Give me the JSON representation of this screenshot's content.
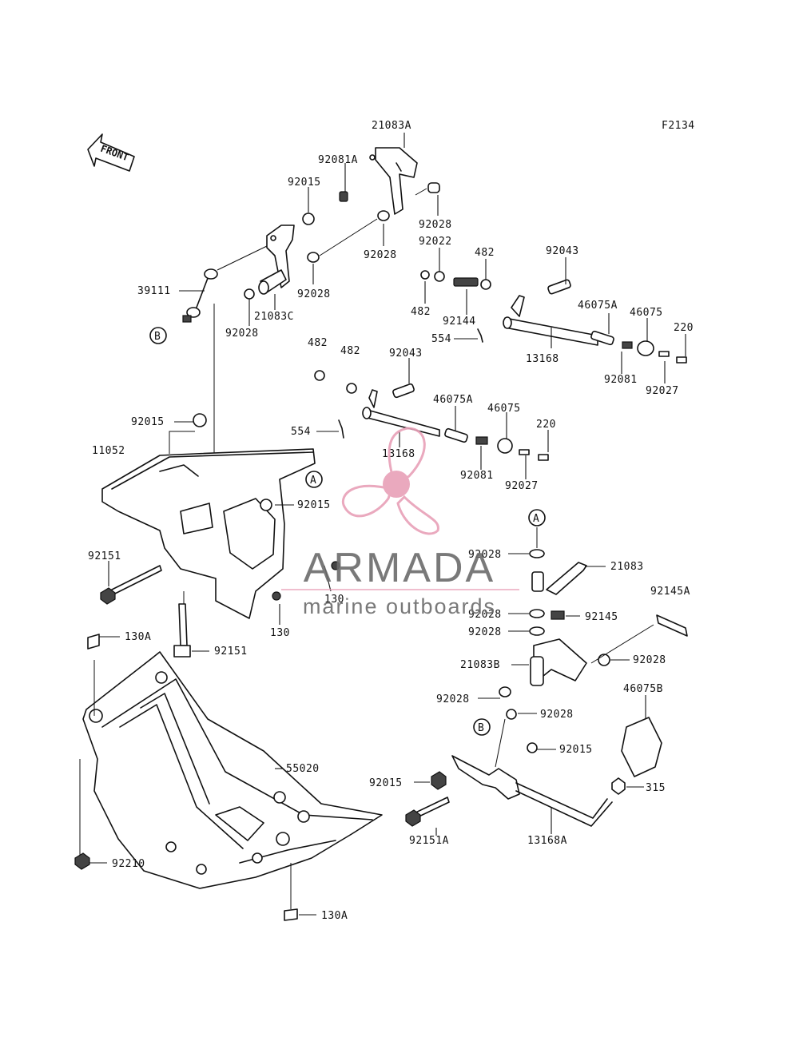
{
  "diagram_code": "F2134",
  "front_arrow_label": "FRONT",
  "callout_markers": {
    "a_upper": "A",
    "a_lower": "A",
    "b_left": "B",
    "b_lower": "B"
  },
  "part_labels": {
    "p21083A": "21083A",
    "p92081A": "92081A",
    "p92015_top": "92015",
    "p92028_a": "92028",
    "p92028_b": "92028",
    "p92028_c": "92028",
    "p92028_d": "92028",
    "p92022": "92022",
    "p482_a": "482",
    "p482_b": "482",
    "p92043_a": "92043",
    "p39111": "39111",
    "p21083C": "21083C",
    "p92144": "92144",
    "p46075A_a": "46075A",
    "p46075_a": "46075",
    "p220_a": "220",
    "p554_a": "554",
    "p13168_a": "13168",
    "p92081_a": "92081",
    "p92027_a": "92027",
    "p482_c": "482",
    "p482_d": "482",
    "p92043_b": "92043",
    "p46075A_b": "46075A",
    "p46075_b": "46075",
    "p220_b": "220",
    "p92015_mid": "92015",
    "p554_b": "554",
    "p13168_b": "13168",
    "p92081_b": "92081",
    "p92027_b": "92027",
    "p11052": "11052",
    "p92015_frame": "92015",
    "p92151_a": "92151",
    "p130_a": "130",
    "p130_b": "130",
    "p92151_b": "92151",
    "p130A_a": "130A",
    "p55020": "55020",
    "p92210": "92210",
    "p130A_b": "130A",
    "p92028_e": "92028",
    "p21083": "21083",
    "p92145A": "92145A",
    "p92028_f": "92028",
    "p92145": "92145",
    "p92028_g": "92028",
    "p21083B": "21083B",
    "p92028_h": "92028",
    "p92028_i": "92028",
    "p92028_j": "92028",
    "p46075B": "46075B",
    "p92015_low": "92015",
    "p92015_low2": "92015",
    "p315": "315",
    "p92151A": "92151A",
    "p13168A": "13168A"
  },
  "watermark": {
    "brand": "ARMADA",
    "tagline": "marine outboards",
    "logo_color": "#e8a0b8"
  }
}
